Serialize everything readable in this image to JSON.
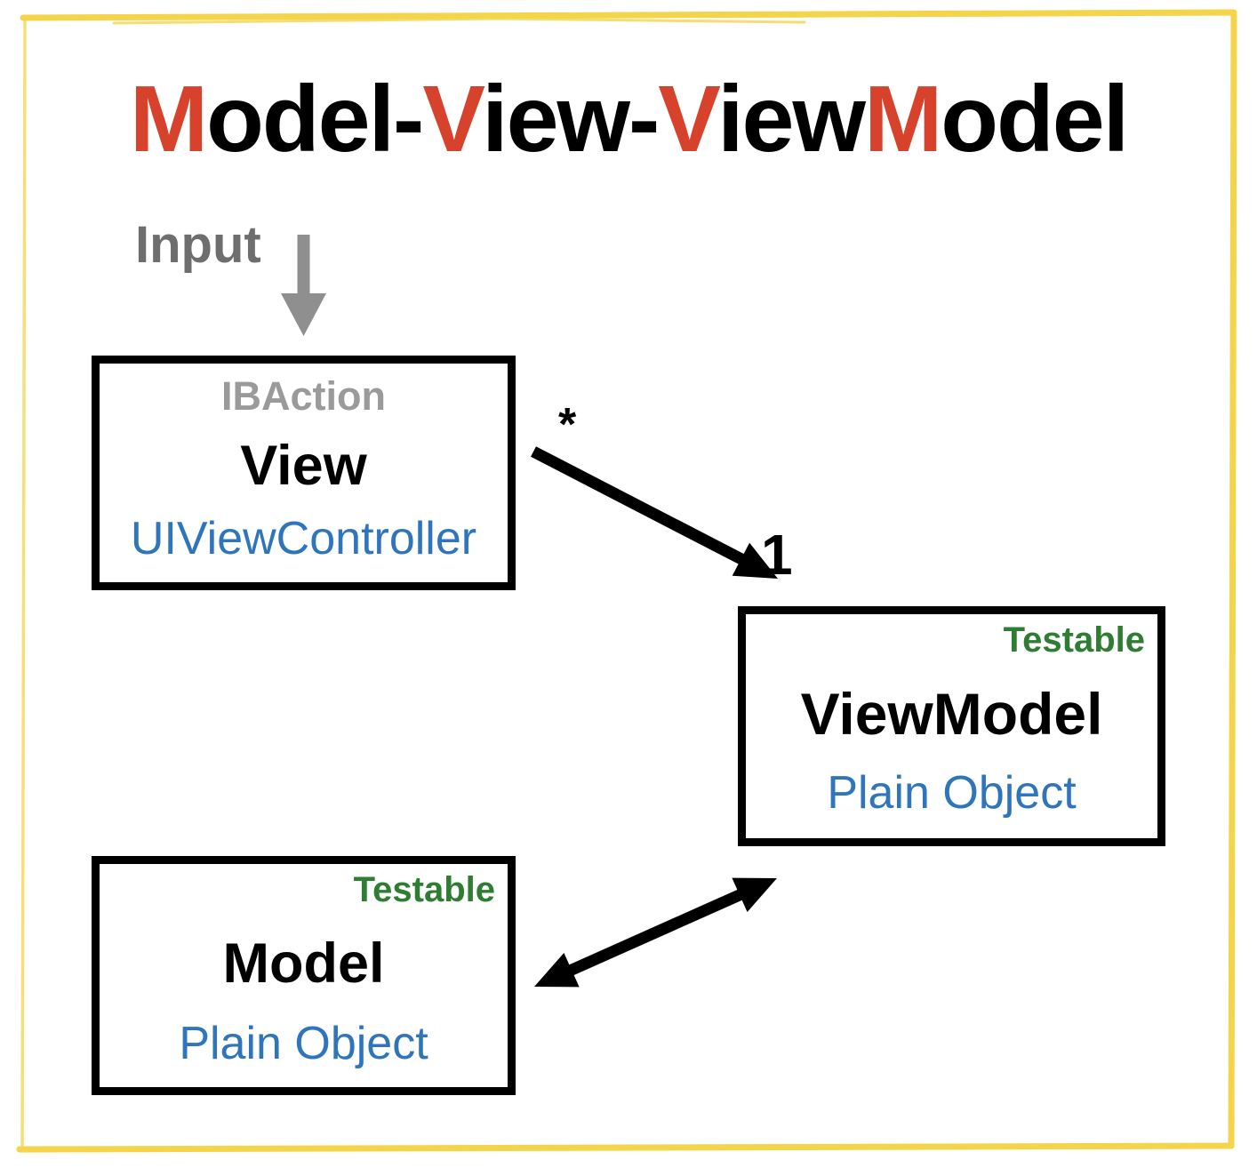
{
  "title": {
    "full_text": "Model-View-ViewModel",
    "segments": [
      {
        "text": "M"
      },
      {
        "text": "odel-"
      },
      {
        "text": "V"
      },
      {
        "text": "iew-"
      },
      {
        "text": "V"
      },
      {
        "text": "iew"
      },
      {
        "text": "M"
      },
      {
        "text": "odel"
      }
    ]
  },
  "input_label": "Input",
  "boxes": {
    "view": {
      "annotation_top": "IBAction",
      "name": "View",
      "annotation_bottom": "UIViewController"
    },
    "viewmodel": {
      "badge": "Testable",
      "name": "ViewModel",
      "annotation_bottom": "Plain Object"
    },
    "model": {
      "badge": "Testable",
      "name": "Model",
      "annotation_bottom": "Plain Object"
    }
  },
  "relations": {
    "view_to_viewmodel": {
      "from_multiplicity": "*",
      "to_multiplicity": "1",
      "type": "one-way arrow"
    },
    "model_viewmodel": {
      "type": "two-way arrow"
    },
    "input_to_view": {
      "type": "one-way gray arrow"
    }
  },
  "colors": {
    "accent_red": "#d7422d",
    "class_blue": "#2e75bc",
    "testable_green": "#2f7d33",
    "muted_gray": "#9a9a9a",
    "input_gray": "#6e6e6e",
    "arrow_gray": "#8f8f8f",
    "border_yellow": "#f3d44a",
    "diagram_black": "#000000"
  }
}
